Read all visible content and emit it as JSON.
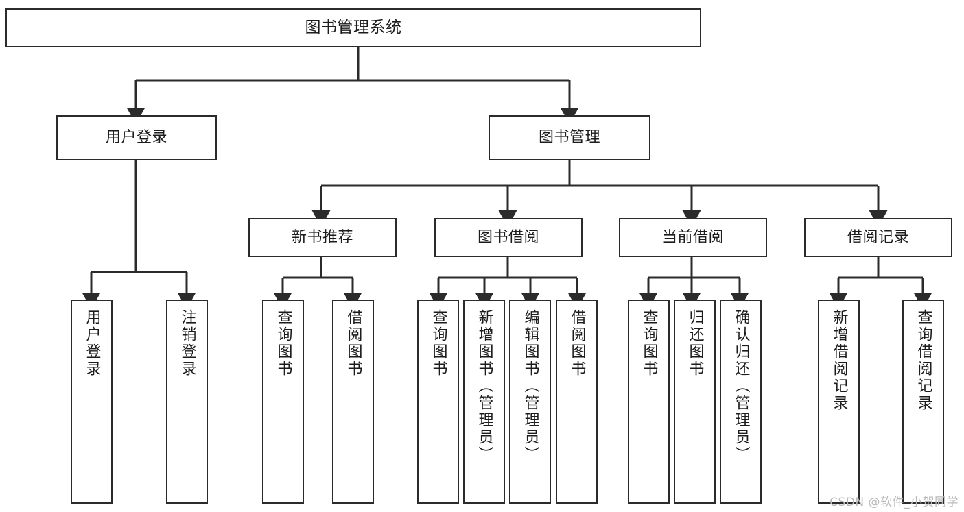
{
  "diagram": {
    "type": "tree-hierarchy-chart",
    "title": "图书管理系统",
    "colors": {
      "stroke": "#2b2b2b",
      "background": "#ffffff",
      "text": "#1c1c1c",
      "watermark": "#b9b9b9"
    },
    "levels": {
      "root": {
        "label": "图书管理系统"
      },
      "level2": [
        {
          "label": "用户登录"
        },
        {
          "label": "图书管理"
        }
      ],
      "level3": [
        {
          "label": "新书推荐"
        },
        {
          "label": "图书借阅"
        },
        {
          "label": "当前借阅"
        },
        {
          "label": "借阅记录"
        }
      ],
      "leaves": {
        "user_login": [
          {
            "label": "用户登录"
          },
          {
            "label": "注销登录"
          }
        ],
        "new_book_recommend": [
          {
            "label": "查询图书"
          },
          {
            "label": "借阅图书"
          }
        ],
        "book_borrow": [
          {
            "label": "查询图书"
          },
          {
            "label": "新增图书（管理员）"
          },
          {
            "label": "编辑图书（管理员）"
          },
          {
            "label": "借阅图书"
          }
        ],
        "current_borrow": [
          {
            "label": "查询图书"
          },
          {
            "label": "归还图书"
          },
          {
            "label": "确认归还（管理员）"
          }
        ],
        "borrow_record": [
          {
            "label": "新增借阅记录"
          },
          {
            "label": "查询借阅记录"
          }
        ]
      }
    },
    "watermark": "CSDN @软件_小贺同学"
  }
}
